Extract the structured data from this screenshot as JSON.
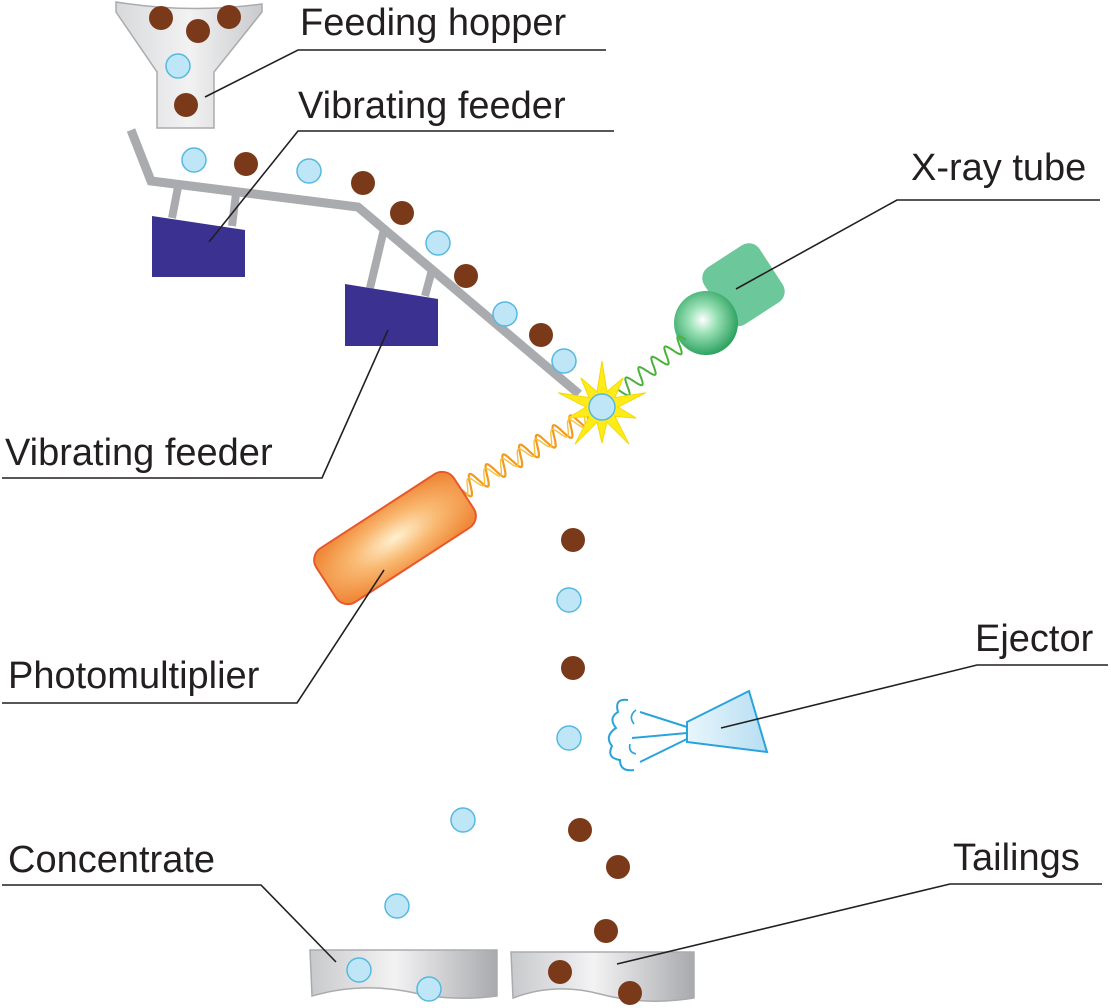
{
  "labels": {
    "feeding_hopper": "Feeding hopper",
    "vibrating_feeder_1": "Vibrating feeder",
    "vibrating_feeder_2": "Vibrating feeder",
    "xray_tube": "X-ray tube",
    "photomultiplier": "Photomultiplier",
    "ejector": "Ejector",
    "concentrate": "Concentrate",
    "tailings": "Tailings"
  },
  "colors": {
    "ore_particle": "#7a3a1a",
    "waste_particle": "#bfe6f6",
    "feeder_motor": "#3a3190",
    "chute": "#a9abae",
    "xray_tube": "#4fbf8a",
    "photomultiplier": "#f5a050",
    "ejector": "#bfe6f6",
    "spark": "#ffeb1a"
  }
}
